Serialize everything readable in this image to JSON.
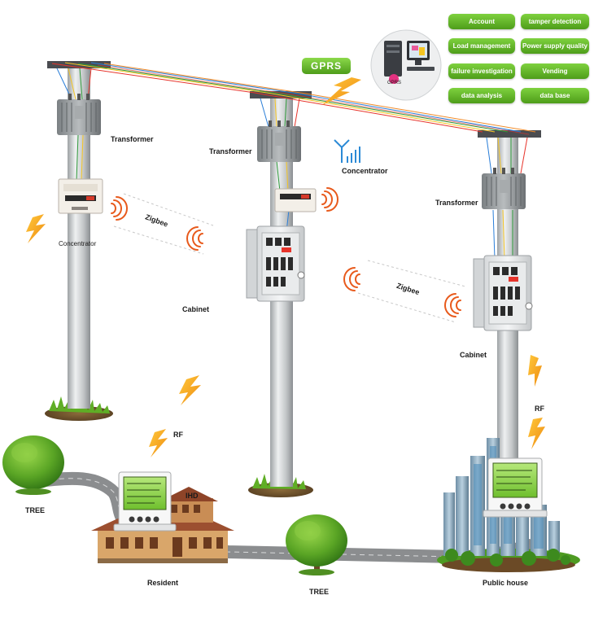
{
  "network": {
    "gprs_label": "GPRS",
    "gprs_server_caption": "GPRS"
  },
  "functions": [
    "Account",
    "tamper detection",
    "Load management",
    "Power supply quality",
    "failure investigation",
    "Vending",
    "data analysis",
    "data base"
  ],
  "labels": {
    "transformer_left": "Transformer",
    "transformer_center": "Transformer",
    "transformer_right": "Transformer",
    "concentrator_left": "Concentrator",
    "concentrator_center": "Concentrator",
    "cabinet_center": "Cabinet",
    "cabinet_right": "Cabinet",
    "zigbee_left": "Zigbee",
    "zigbee_right": "Zigbee",
    "rf_left": "RF",
    "rf_right": "RF",
    "ihd": "IHD",
    "tree_left": "TREE",
    "tree_center": "TREE",
    "resident": "Resident",
    "public_house": "Public house"
  },
  "colors": {
    "accent_green": "#5cb024",
    "lightning": "#f5a51c",
    "signal": "#e85a1c",
    "pole": "#c9ccce",
    "lcd": "#8fd24e"
  }
}
